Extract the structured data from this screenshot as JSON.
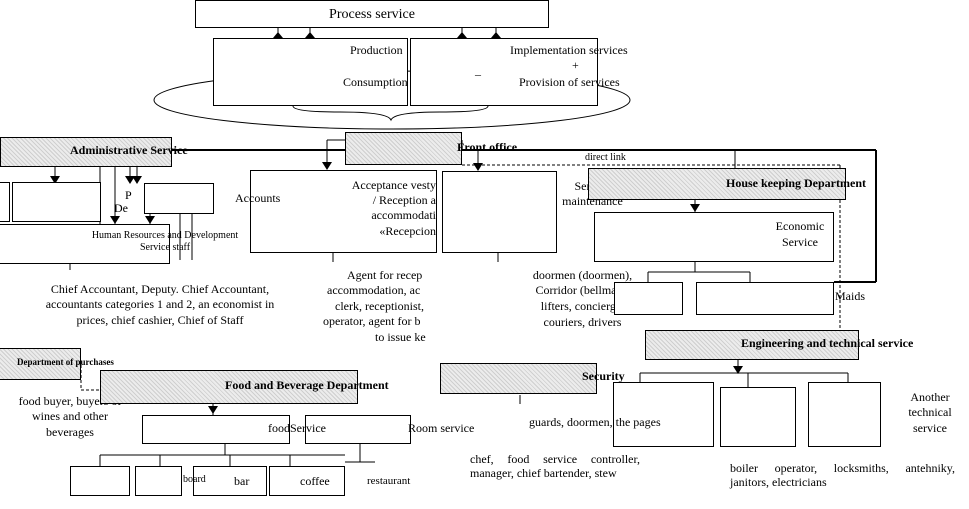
{
  "title": "Process service",
  "top": {
    "production_label": "Production",
    "consumption_label": "Consumption",
    "implementation_label": "Implementation services",
    "plus_sign": "+",
    "minus_sign": "–",
    "provision_label": "Provision of services"
  },
  "front_office": {
    "label": "Front office",
    "direct_link": "direct link"
  },
  "administrative": {
    "label": "Administrative Service",
    "fragment_p": "P",
    "fragment_de": "De",
    "hr_line1": "Human Resources and Development",
    "hr_line2": "Service staff",
    "staff_lines": [
      "Chief Accountant, Deputy. Chief Accountant,",
      "accountants categories 1 and 2, an economist in",
      "prices, chief cashier, Chief of Staff"
    ]
  },
  "accounts": {
    "label": "Accounts",
    "reception_lines": [
      "Acceptance vesty",
      "/ Reception a",
      "accommodati",
      "«Recepcion"
    ],
    "agent_lines": [
      "Agent for recep",
      "accommodation, ac",
      "clerk, receptionist,",
      "operator, agent for b",
      "to issue ke"
    ]
  },
  "service_maintenance": {
    "label_line1": "Service",
    "label_line2": "maintenance",
    "staff_lines": [
      "doormen (doormen),",
      "Corridor (bellman),",
      "lifters, concierge,",
      "couriers, drivers"
    ]
  },
  "housekeeping": {
    "label": "House keeping Department",
    "economic_line1": "Economic",
    "economic_line2": "Service",
    "maids": "Maids"
  },
  "engineering": {
    "label": "Engineering and technical service",
    "another_lines": [
      "Another",
      "technical",
      "service"
    ],
    "staff_text": "boiler operator, locksmiths, antehniky, janitors, electricians"
  },
  "purchases": {
    "label": "Department of purchases",
    "staff_lines": [
      "food buyer, buyers of",
      "wines and other",
      "beverages"
    ]
  },
  "food_beverage": {
    "label": "Food and Beverage Department",
    "food_service": "foodService",
    "room_service": "Room service",
    "staff_text": "chef, food service controller, manager, chief bartender, stew",
    "board": "board",
    "bar": "bar",
    "coffee": "coffee",
    "restaurant": "restaurant"
  },
  "security": {
    "label": "Security",
    "staff": "guards, doormen, the pages"
  }
}
